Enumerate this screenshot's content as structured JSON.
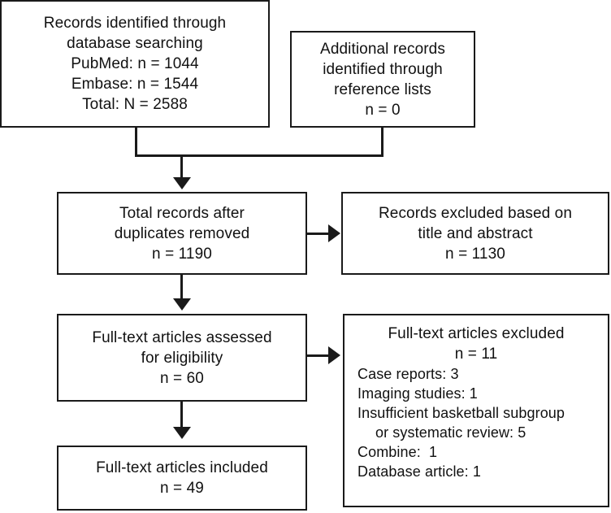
{
  "diagram": {
    "type": "prisma-flow-diagram",
    "nodes": {
      "database_search": {
        "lines": [
          "Records identified through",
          "database searching",
          "PubMed: n = 1044",
          "Embase: n = 1544",
          "Total: N = 2588"
        ]
      },
      "additional_records": {
        "lines": [
          "Additional records",
          "identified through",
          "reference lists",
          "n = 0"
        ]
      },
      "total_after_duplicates": {
        "lines": [
          "Total records after",
          "duplicates removed",
          "n = 1190"
        ]
      },
      "records_excluded_title_abstract": {
        "lines": [
          "Records excluded based on",
          "title and abstract",
          "n = 1130"
        ]
      },
      "fulltext_assessed": {
        "lines": [
          "Full-text articles assessed",
          "for eligibility",
          "n = 60"
        ]
      },
      "fulltext_excluded": {
        "header": [
          "Full-text articles excluded",
          "n = 11"
        ],
        "reasons": [
          "Case reports: 3",
          "Imaging studies: 1",
          "Insufficient basketball subgroup",
          "or systematic review: 5",
          "Combine:  1",
          "Database article: 1"
        ]
      },
      "fulltext_included": {
        "lines": [
          "Full-text articles included",
          "n = 49"
        ]
      }
    },
    "colors": {
      "stroke": "#1a1a1a",
      "fill": "#ffffff",
      "text": "#111111"
    }
  }
}
